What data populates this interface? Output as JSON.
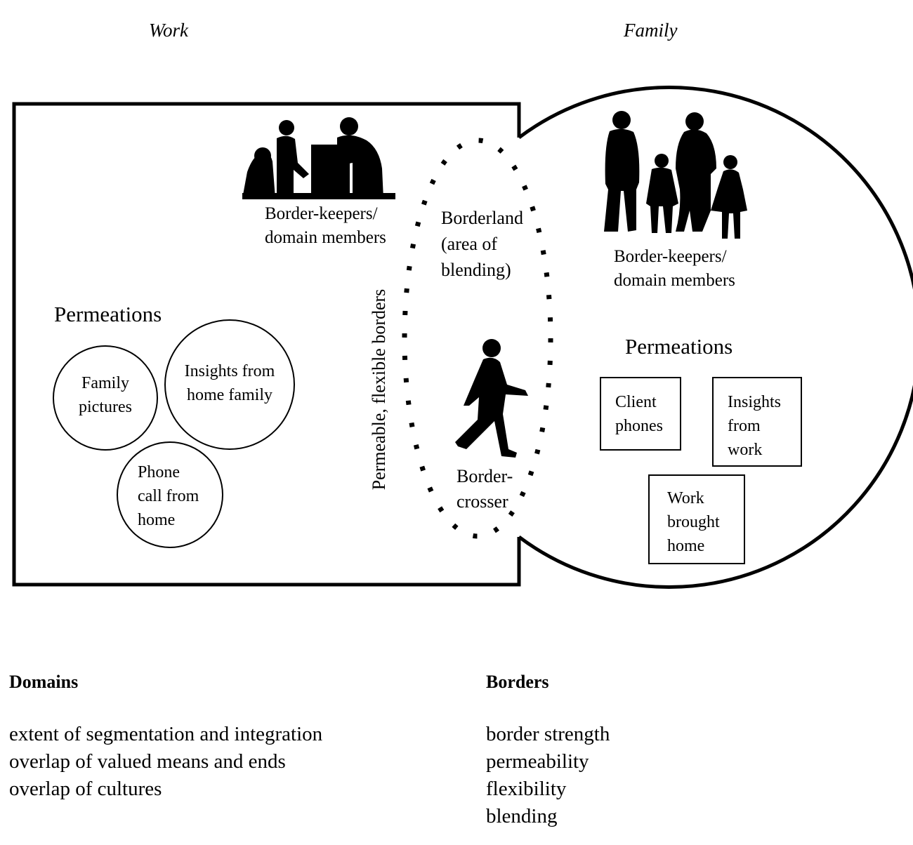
{
  "domains": {
    "work_title": "Work",
    "family_title": "Family"
  },
  "work": {
    "border_keepers": [
      "Border-keepers/",
      "domain members"
    ],
    "permeations_title": "Permeations",
    "permeations": [
      {
        "lines": [
          "Family",
          "pictures"
        ]
      },
      {
        "lines": [
          "Insights from",
          "home family"
        ]
      },
      {
        "lines": [
          "Phone",
          "call from",
          "home"
        ]
      }
    ]
  },
  "family": {
    "border_keepers": [
      "Border-keepers/",
      "domain members"
    ],
    "permeations_title": "Permeations",
    "permeations": [
      {
        "lines": [
          "Client",
          "phones"
        ]
      },
      {
        "lines": [
          "Insights",
          "from",
          "work"
        ]
      },
      {
        "lines": [
          "Work",
          "brought",
          "home"
        ]
      }
    ]
  },
  "borderland": {
    "label": [
      "Borderland",
      "(area of",
      "blending)"
    ],
    "border_label": "Permeable, flexible borders",
    "crosser": [
      "Border-",
      "crosser"
    ]
  },
  "legend": {
    "domains_heading": "Domains",
    "domains_items": [
      "extent of segmentation and integration",
      "overlap of valued means and ends",
      "overlap of cultures"
    ],
    "borders_heading": "Borders",
    "borders_items": [
      "border strength",
      "permeability",
      "flexibility",
      "blending"
    ]
  }
}
